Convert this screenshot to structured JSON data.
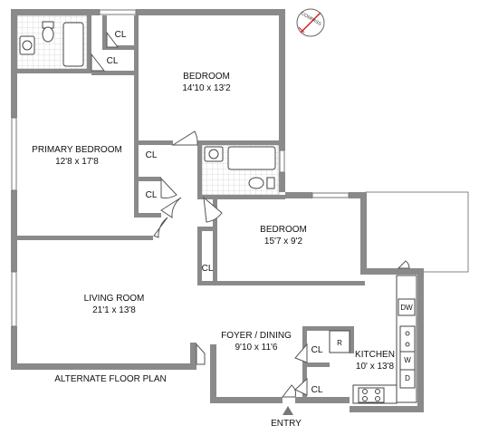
{
  "rooms": {
    "bedroom_top": {
      "name": "BEDROOM",
      "dims": "14'10 x 13'2"
    },
    "primary_bedroom": {
      "name": "PRIMARY BEDROOM",
      "dims": "12'8 x 17'8"
    },
    "bedroom_mid": {
      "name": "BEDROOM",
      "dims": "15'7 x 9'2"
    },
    "living_room": {
      "name": "LIVING ROOM",
      "dims": "21'1 x 13'8"
    },
    "foyer_dining": {
      "name": "FOYER / DINING",
      "dims": "9'10 x 11'6"
    },
    "kitchen": {
      "name": "KITCHEN",
      "dims": "10' x 13'8"
    }
  },
  "closets": {
    "label": "CL"
  },
  "appliances": {
    "dw": "DW",
    "r": "R",
    "w": "W",
    "d": "D"
  },
  "captions": {
    "alternate": "ALTERNATE FLOOR PLAN",
    "entry": "ENTRY",
    "compass": "COMPASS"
  }
}
